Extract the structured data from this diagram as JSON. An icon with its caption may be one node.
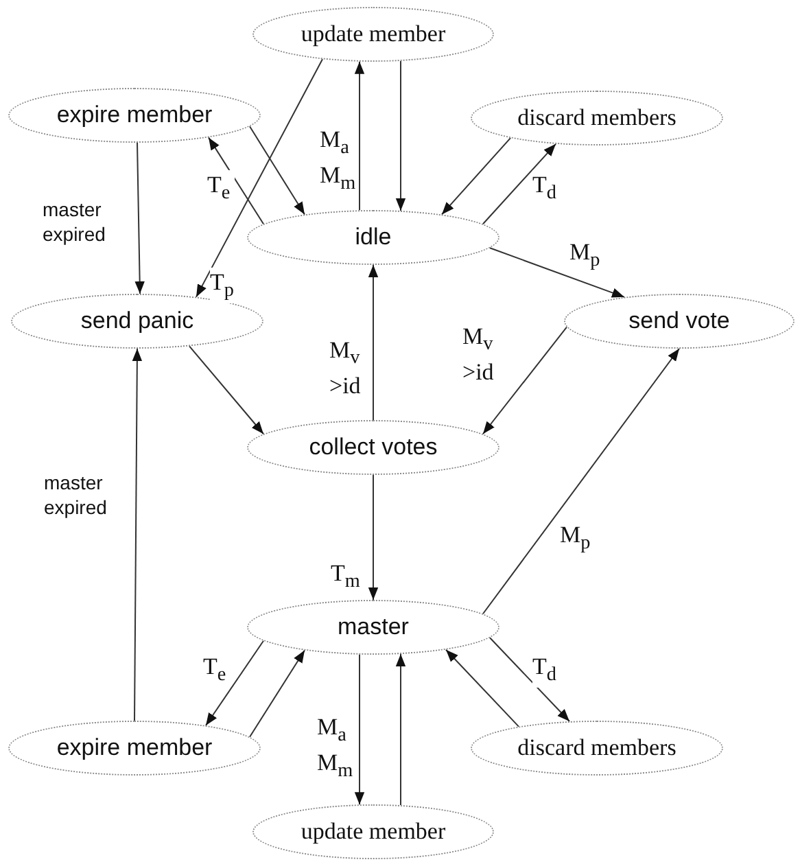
{
  "diagram": {
    "nodes": [
      {
        "text": [
          "update member"
        ]
      },
      {
        "text": [
          "expire member"
        ]
      },
      {
        "text": [
          "discard members"
        ]
      },
      {
        "text": [
          "idle"
        ]
      },
      {
        "text": [
          "send panic"
        ]
      },
      {
        "text": [
          "send vote"
        ]
      },
      {
        "text": [
          "collect votes"
        ]
      },
      {
        "text": [
          "master"
        ]
      },
      {
        "text": [
          "expire member"
        ]
      },
      {
        "text": [
          "discard members"
        ]
      },
      {
        "text": [
          "update member"
        ]
      }
    ],
    "edges": [
      {
        "from": 3,
        "to": 0,
        "arrow": "to",
        "label": "M$_{a}$ M$_{m}$"
      },
      {
        "from": 0,
        "to": 3,
        "arrow": "to"
      },
      {
        "from": 1,
        "to": 3,
        "arrow": "to"
      },
      {
        "from": 3,
        "to": 1,
        "arrow": "to",
        "label": "T$_{e}$"
      },
      {
        "from": 0,
        "to": 4,
        "arrow": "to",
        "label": "T$_{p}$"
      },
      {
        "from": 1,
        "to": 4,
        "arrow": "to",
        "label": "master expired"
      },
      {
        "from": 2,
        "to": 3,
        "arrow": "to"
      },
      {
        "from": 3,
        "to": 2,
        "arrow": "to",
        "label": "T$_{d}$"
      },
      {
        "from": 3,
        "to": 5,
        "arrow": "to",
        "label": "M$_{p}$"
      },
      {
        "from": 6,
        "to": 3,
        "arrow": "to",
        "label": "M$_{v}$ >id"
      },
      {
        "from": 5,
        "to": 6,
        "arrow": "to",
        "label": "M$_{v}$ >id"
      },
      {
        "from": 4,
        "to": 6,
        "arrow": "to"
      },
      {
        "from": 6,
        "to": 7,
        "arrow": "to",
        "label": "T$_{m}$"
      },
      {
        "from": 7,
        "to": 5,
        "arrow": "to",
        "label": "M$_{p}$"
      },
      {
        "from": 8,
        "to": 4,
        "arrow": "to",
        "label": "master expired"
      },
      {
        "from": 7,
        "to": 8,
        "arrow": "to",
        "label": "T$_{e}$"
      },
      {
        "from": 8,
        "to": 7,
        "arrow": "to"
      },
      {
        "from": 7,
        "to": 10,
        "arrow": "to",
        "label": "M$_{a}$ M$_{m}$"
      },
      {
        "from": 10,
        "to": 7,
        "arrow": "to"
      },
      {
        "from": 9,
        "to": 7,
        "arrow": "to"
      },
      {
        "from": 7,
        "to": 9,
        "arrow": "to",
        "label": "T$_{d}$"
      }
    ]
  }
}
